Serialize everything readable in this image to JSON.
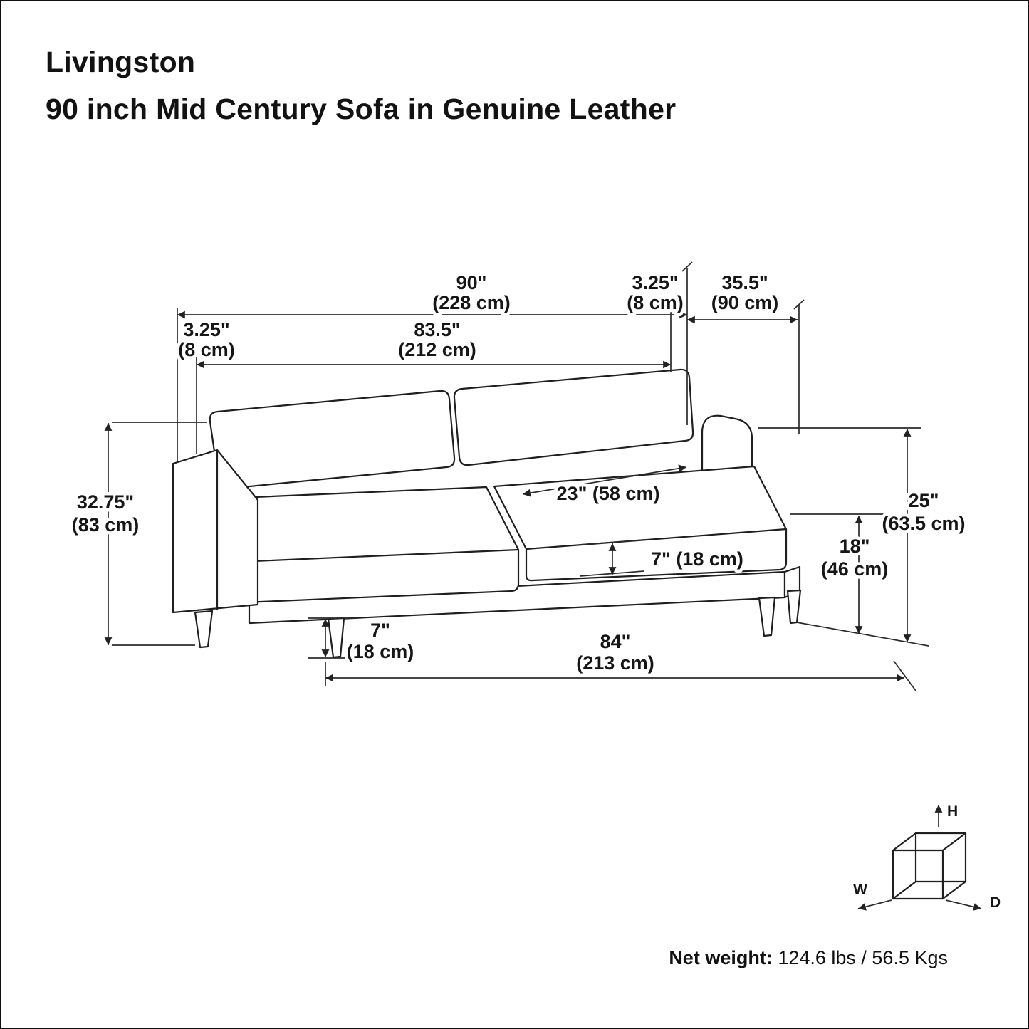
{
  "header": {
    "title_line1": "Livingston",
    "title_line2": "90 inch Mid Century Sofa in Genuine Leather"
  },
  "footer": {
    "net_weight_label": "Net weight:",
    "net_weight_value": "124.6 lbs / 56.5 Kgs"
  },
  "dimensions": {
    "overall_width_in": "90\"",
    "overall_width_cm": "(228 cm)",
    "arm_right_in": "3.25\"",
    "arm_right_cm": "(8 cm)",
    "depth_in": "35.5\"",
    "depth_cm": "(90 cm)",
    "arm_left_in": "3.25\"",
    "arm_left_cm": "(8 cm)",
    "inner_width_in": "83.5\"",
    "inner_width_cm": "(212 cm)",
    "overall_height_in": "32.75\"",
    "overall_height_cm": "(83 cm)",
    "seat_depth": "23\" (58 cm)",
    "cushion_thickness": "7\" (18 cm)",
    "arm_height_in": "25\"",
    "arm_height_cm": "(63.5 cm)",
    "seat_height_in": "18\"",
    "seat_height_cm": "(46 cm)",
    "leg_height_in": "7\"",
    "leg_height_cm": "(18 cm)",
    "base_width_in": "84\"",
    "base_width_cm": "(213 cm)"
  },
  "orientation": {
    "height_axis": "H",
    "width_axis": "W",
    "depth_axis": "D"
  }
}
